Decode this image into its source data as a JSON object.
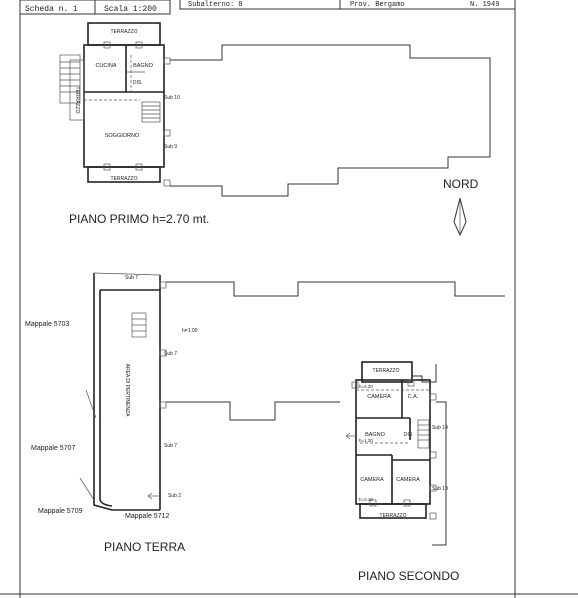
{
  "header": {
    "scheda": "Scheda n. 1",
    "scala": "Scala 1:200",
    "subalterno": "Subalterno: 8",
    "provincia": "Prov. Bergamo",
    "numero": "N. 1949"
  },
  "north_label": "NORD",
  "floors": {
    "primo": {
      "title": "PIANO PRIMO h=2.70 mt.",
      "rooms": {
        "terrazzo_top": "TERRAZZO",
        "cucina": "CUCINA",
        "bagno": "BAGNO",
        "dis": "DIS",
        "terrazzo_side": "TERRAZZO",
        "soggiorno": "SOGGIORNO",
        "terrazzo_bottom": "TERRAZZO"
      },
      "subs": {
        "sub10": "Sub 10",
        "sub9": "Sub 9"
      }
    },
    "terra": {
      "title": "PIANO TERRA",
      "area": "AREA DI PERTINENZA",
      "height": "h=1.00",
      "subs": {
        "sub7_top": "Sub 7",
        "sub7_mid": "Sub 7",
        "sub7_low": "Sub 7",
        "sub2": "Sub 2"
      },
      "mappali": {
        "m5703": "Mappale 5703",
        "m5707": "Mappale 5707",
        "m5709": "Mappale 5709",
        "m5712": "Mappale 5712"
      }
    },
    "secondo": {
      "title": "PIANO SECONDO",
      "rooms": {
        "terrazzo_top": "TERRAZZO",
        "camera_top": "CAMERA",
        "ca": "C.A.",
        "bagno": "BAGNO",
        "dis": "DIS",
        "camera_left": "CAMERA",
        "camera_right": "CAMERA",
        "terrazzo_bottom": "TERRAZZO"
      },
      "heights": {
        "h1": "h=2.20",
        "h2": "h=1.20",
        "h3": "h=2.20"
      },
      "subs": {
        "sub14": "Sub 14",
        "sub13": "Sub 13"
      }
    }
  }
}
